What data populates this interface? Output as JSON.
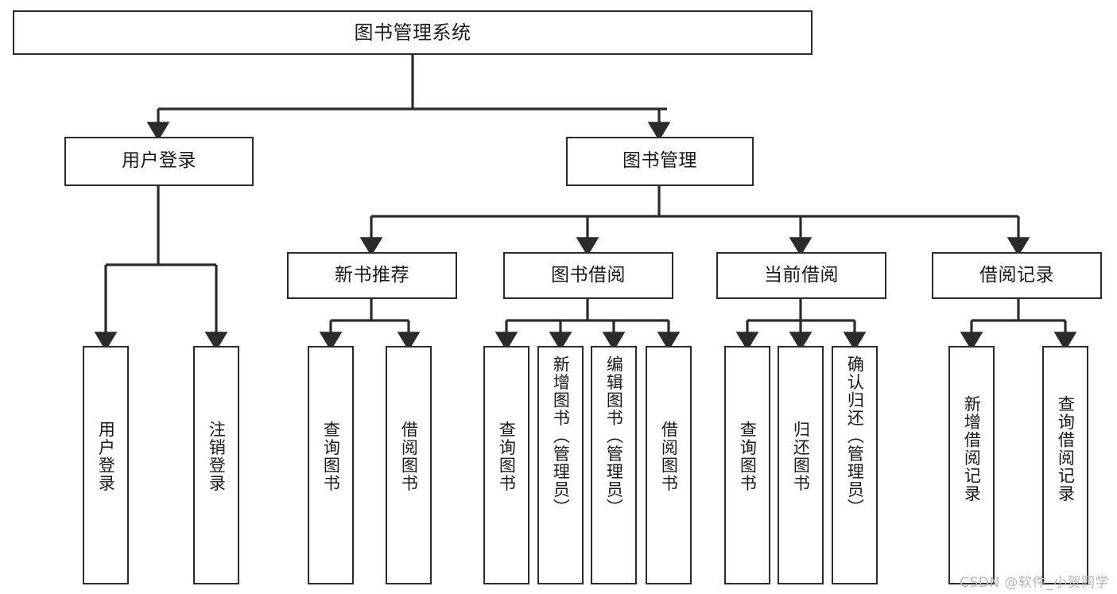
{
  "diagram": {
    "title": "图书管理系统",
    "watermark": "CSDN @软件_小贺同学",
    "theme": {
      "box_border": "#2b2b2b",
      "box_fill": "#ffffff",
      "edge_color": "#2b2b2b",
      "text_color": "#1a1a1a",
      "watermark_color": "#b6b6b6",
      "background": "#ffffff"
    },
    "nodes": {
      "root": {
        "label": "图书管理系统"
      },
      "level1": [
        {
          "id": "user-login",
          "label": "用户登录"
        },
        {
          "id": "book-manage",
          "label": "图书管理"
        }
      ],
      "level2": [
        {
          "id": "new-book-recommend",
          "label": "新书推荐"
        },
        {
          "id": "book-borrow",
          "label": "图书借阅"
        },
        {
          "id": "current-borrow",
          "label": "当前借阅"
        },
        {
          "id": "borrow-record",
          "label": "借阅记录"
        }
      ],
      "leaves": [
        {
          "id": "leaf-user-login",
          "label": "用户登录",
          "parent": "user-login"
        },
        {
          "id": "leaf-user-logout",
          "label": "注销登录",
          "parent": "user-login"
        },
        {
          "id": "leaf-query-book-1",
          "label": "查询图书",
          "parent": "new-book-recommend"
        },
        {
          "id": "leaf-borrow-book-1",
          "label": "借阅图书",
          "parent": "new-book-recommend"
        },
        {
          "id": "leaf-query-book-2",
          "label": "查询图书",
          "parent": "book-borrow"
        },
        {
          "id": "leaf-add-book",
          "label": "新增图书（管理员）",
          "parent": "book-borrow"
        },
        {
          "id": "leaf-edit-book",
          "label": "编辑图书（管理员）",
          "parent": "book-borrow"
        },
        {
          "id": "leaf-borrow-book-2",
          "label": "借阅图书",
          "parent": "book-borrow"
        },
        {
          "id": "leaf-query-book-3",
          "label": "查询图书",
          "parent": "current-borrow"
        },
        {
          "id": "leaf-return-book",
          "label": "归还图书",
          "parent": "current-borrow"
        },
        {
          "id": "leaf-confirm-return",
          "label": "确认归还（管理员）",
          "parent": "current-borrow"
        },
        {
          "id": "leaf-add-record",
          "label": "新增借阅记录",
          "parent": "borrow-record"
        },
        {
          "id": "leaf-query-record",
          "label": "查询借阅记录",
          "parent": "borrow-record"
        }
      ]
    }
  }
}
